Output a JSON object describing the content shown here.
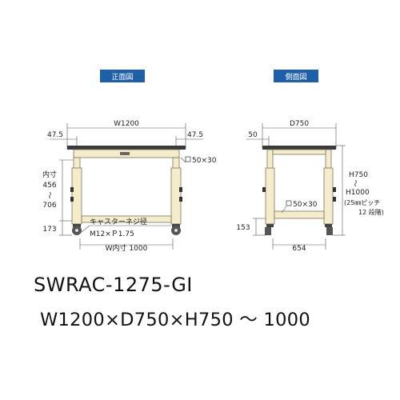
{
  "views": {
    "front": {
      "title": "正面図",
      "width_label": "W1200",
      "left_overhang": "47.5",
      "right_overhang": "47.5",
      "beam_label": "50×30",
      "inner_height_label_1": "内寸",
      "inner_height_label_2": "456",
      "inner_height_tilde": "～",
      "inner_height_label_3": "706",
      "bottom_height": "173",
      "caster_label_1": "キャスターネジ径",
      "caster_label_2": "M12×Ｐ1.75",
      "inner_width_label": "W内寸 1000"
    },
    "side": {
      "title": "側面図",
      "depth_label": "D750",
      "offset_label": "50",
      "beam_label": "50×30",
      "height_label_1": "H750",
      "height_tilde": "～",
      "height_label_2": "H1000",
      "height_label_3": "(25㎜ピッチ",
      "height_label_4": "12 段階)",
      "bottom_height": "153",
      "inner_depth_label": "654"
    }
  },
  "product": {
    "model_code": "SWRAC-1275-GI",
    "size_line": "W1200×D750×H750 ～ 1000"
  },
  "colors": {
    "badge": "#1f5fa8",
    "frame": "#f4eccb",
    "top": "#3a3a3a"
  }
}
